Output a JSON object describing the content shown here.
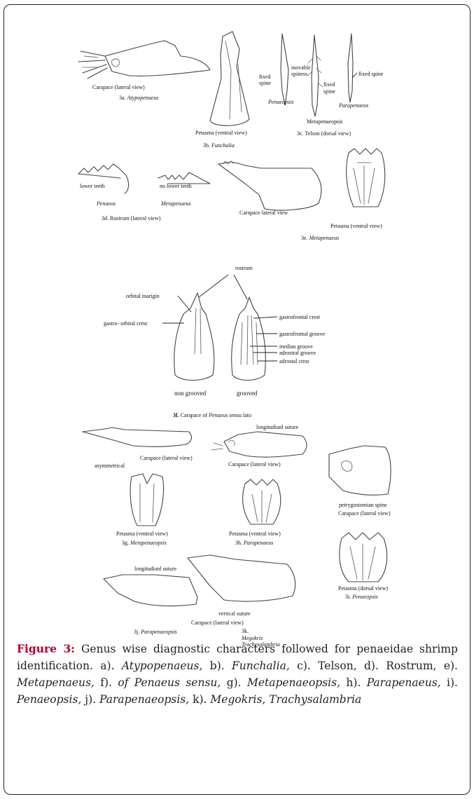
{
  "figure": {
    "panels": {
      "p3a": {
        "view": "Carapace (lateral view)",
        "label": "3a.",
        "genus": "Atypopenaeus"
      },
      "p3b": {
        "view": "Petasma (ventral view)",
        "label": "3b.",
        "genus": "Funchalia"
      },
      "p3c": {
        "labels": {
          "fixed_spine_a": "fixed",
          "fixed_spine_b": "spine",
          "movable_a": "movable",
          "movable_b": "spiness",
          "fixed2_a": "fixed",
          "fixed2_b": "spine",
          "fixed3": "fixed spine"
        },
        "genera": {
          "g1": "Penaeopsis",
          "g2": "Metapenaeopsis",
          "g3": "Parapenaeus"
        },
        "view": "3c. Telson  (dorsal view)"
      },
      "p3d": {
        "lower": "lower teeth",
        "no_lower": "no lower teeth",
        "g1": "Penaeus",
        "g2": "Metapenaeus",
        "caption": "3d. Rostrum (lateral view)"
      },
      "p3e": {
        "carapace": "Carapace lateral view",
        "petasma": "Petasma   (ventral view)",
        "label": "3e.",
        "genus": "Metapenaeus"
      },
      "p3f": {
        "rostrum": "rostrum",
        "orbital": "orbital marigin",
        "gastro_orbital": "gastro- orbital crest",
        "gf_crest": "gastrofrontal crest",
        "gf_groove": "gastrofrontal groove",
        "median": "median groove",
        "adrostral_groove": "adrostral groove",
        "adrostal_crest": "adrostal crest",
        "non_grooved": "non grooved",
        "grooved": "grooved",
        "caption_bold": "3f.",
        "caption_a": " Carapace of ",
        "caption_italic": "Penaeus",
        "caption_b": " sensu lato"
      },
      "p3g": {
        "carapace": "Carapace (lateral view)",
        "asym": "asymmetrical",
        "petasma": "Petasma (ventral view)",
        "label": "3g.",
        "genus": "Metapenaeopsis"
      },
      "p3h": {
        "suture": "longitudianl  suture",
        "carapace": "Carapace (lateral view)",
        "petasma": "Petasma (ventral view)",
        "label": "3h.",
        "genus": "Parapenaeus"
      },
      "p3i": {
        "spine": "petrygostomian  spine",
        "carapace": "Carapace (lateral view)",
        "petasma": "Petasma (dorsal  view)",
        "label": "3i.",
        "genus": "Penaeopsis"
      },
      "p3jk": {
        "suture": "longitudianl  suture",
        "vertical": "vertical suture",
        "carapace": "Carapace (lateral view)",
        "j_label": "3j.",
        "j_genus": "Parapenaeopsis",
        "k_label": "3k.",
        "k_genus1": "Megokris",
        "k_genus2": "Trachysalambria"
      }
    }
  },
  "caption": {
    "label": "Figure 3:",
    "text_1": " Genus wise diagnostic characters followed for penaeidae shrimp identification. a). ",
    "g_a": "Atypopenaeus,",
    "text_b": " b). ",
    "g_b": "Funchalia,",
    "text_c": " c). Telson, d). Rostrum, e). ",
    "g_e": "Metapenaeus,",
    "text_f": " f). ",
    "g_f": "of Penaeus sensu,",
    "text_g": " g). ",
    "g_g": "Metapenaeopsis,",
    "text_h": " h). ",
    "g_h": "Parapenaeus,",
    "text_i": " i). ",
    "g_i": "Penaeopsis,",
    "text_j": " j). ",
    "g_j": "Parapenaeopsis,",
    "text_k": " k). ",
    "g_k": "Megokris, Trachysalambria"
  }
}
